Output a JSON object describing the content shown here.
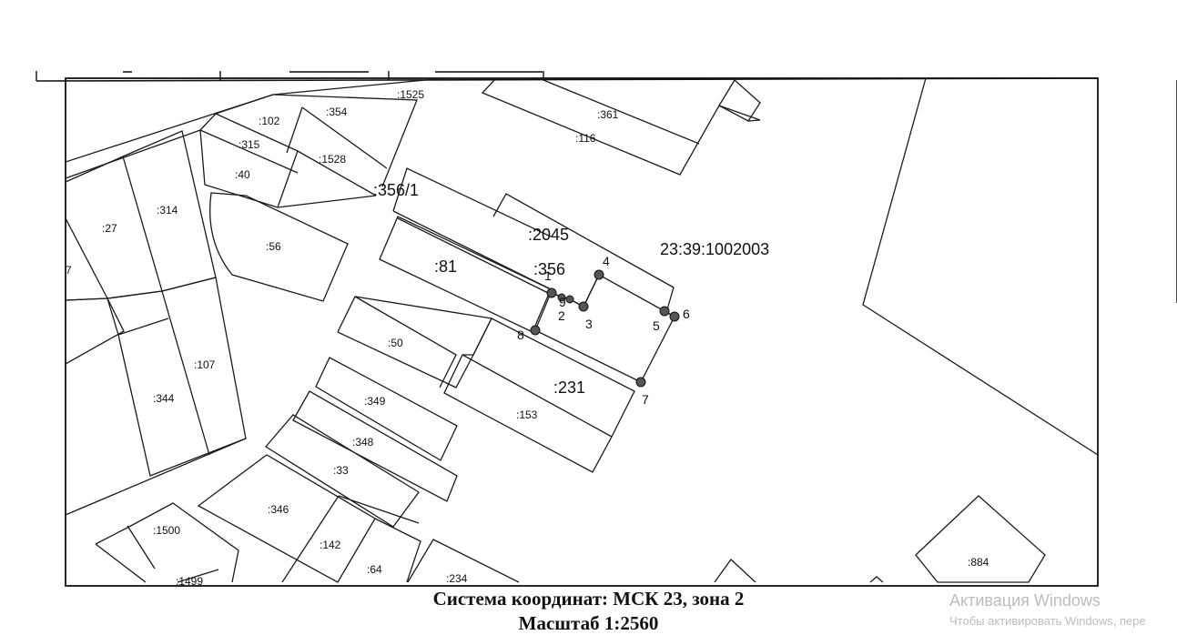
{
  "map": {
    "block_number": "23:39:1002003",
    "parcels": [
      {
        "id": "p102",
        "label": ":102"
      },
      {
        "id": "p354",
        "label": ":354"
      },
      {
        "id": "p1525",
        "label": ":1525"
      },
      {
        "id": "p361",
        "label": ":361"
      },
      {
        "id": "p116",
        "label": ":116"
      },
      {
        "id": "p315",
        "label": ":315"
      },
      {
        "id": "p1528",
        "label": ":1528"
      },
      {
        "id": "p40",
        "label": ":40"
      },
      {
        "id": "p3561",
        "label": ":356/1"
      },
      {
        "id": "p27",
        "label": ":27"
      },
      {
        "id": "p314",
        "label": ":314"
      },
      {
        "id": "p56",
        "label": ":56"
      },
      {
        "id": "p2045",
        "label": ":2045"
      },
      {
        "id": "p81",
        "label": ":81"
      },
      {
        "id": "p356",
        "label": ":356"
      },
      {
        "id": "p7",
        "label": "7"
      },
      {
        "id": "p50",
        "label": ":50"
      },
      {
        "id": "p107",
        "label": ":107"
      },
      {
        "id": "p344",
        "label": ":344"
      },
      {
        "id": "p231",
        "label": ":231"
      },
      {
        "id": "p349",
        "label": ":349"
      },
      {
        "id": "p153",
        "label": ":153"
      },
      {
        "id": "p348",
        "label": ":348"
      },
      {
        "id": "p33",
        "label": ":33"
      },
      {
        "id": "p346",
        "label": ":346"
      },
      {
        "id": "p1500",
        "label": ":1500"
      },
      {
        "id": "p142",
        "label": ":142"
      },
      {
        "id": "p64",
        "label": ":64"
      },
      {
        "id": "p234",
        "label": ":234"
      },
      {
        "id": "p1499",
        "label": ":1499"
      },
      {
        "id": "p884",
        "label": ":884"
      }
    ],
    "points": [
      "1",
      "2",
      "3",
      "4",
      "5",
      "6",
      "7",
      "8",
      "9"
    ]
  },
  "footer": {
    "coordinate_system": "Система координат: МСК 23, зона 2",
    "scale": "Масштаб 1:2560"
  },
  "watermark": {
    "title": "Активация Windows",
    "subtitle": "Чтобы активировать Windows, пере"
  }
}
